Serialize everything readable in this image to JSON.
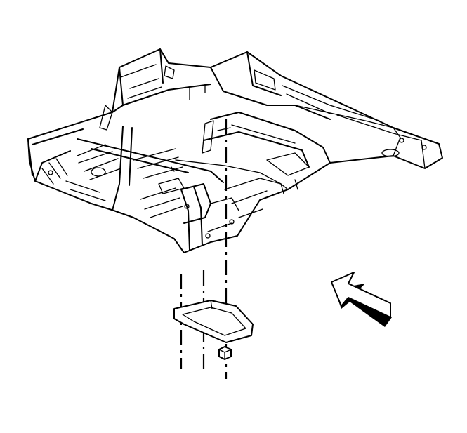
{
  "figure": {
    "description_labels": [],
    "colors": {
      "line": "#000000",
      "background": "#ffffff"
    },
    "icons": [
      "floor-panel-assembly",
      "bracket",
      "nut",
      "direction-arrow"
    ]
  }
}
